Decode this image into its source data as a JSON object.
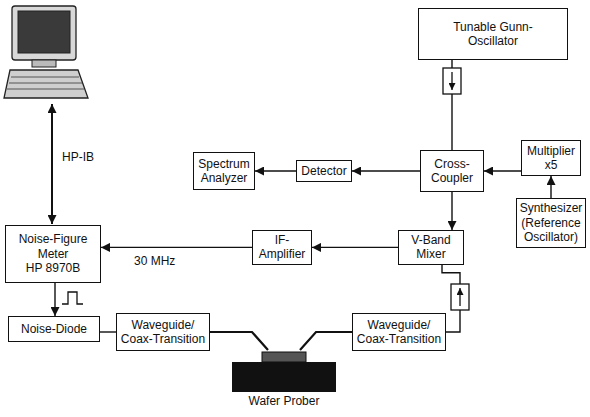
{
  "diagram": {
    "nodes": [
      {
        "text": [
          "Tunable Gunn-Oscillator"
        ]
      },
      {
        "text": [
          "Cross-Coupler"
        ]
      },
      {
        "text": [
          "Multiplier x5"
        ]
      },
      {
        "text": [
          "Synthesizer (Reference Oscillator)"
        ]
      },
      {
        "text": [
          "Spectrum Analyzer"
        ]
      },
      {
        "text": [
          "Detector"
        ]
      },
      {
        "text": [
          "V-Band Mixer"
        ]
      },
      {
        "text": [
          "IF-Amplifier"
        ]
      },
      {
        "text": [
          "Noise-Figure Meter",
          "HP 8970B"
        ]
      },
      {
        "text": [
          "Noise-Diode"
        ]
      },
      {
        "text": [
          "Waveguide/ Coax-Transition"
        ]
      },
      {
        "text": [
          "Waveguide/ Coax-Transition"
        ]
      },
      {
        "text": [
          "Wafer Prober"
        ]
      }
    ],
    "edges": [
      {
        "from": 0,
        "to": 1,
        "arrow": "none"
      },
      {
        "from": 2,
        "to": 1,
        "arrow": "to"
      },
      {
        "from": 3,
        "to": 2,
        "arrow": "to"
      },
      {
        "from": 1,
        "to": 5,
        "arrow": "to"
      },
      {
        "from": 5,
        "to": 4,
        "arrow": "to"
      },
      {
        "from": 1,
        "to": 6,
        "arrow": "to"
      },
      {
        "from": 6,
        "to": 7,
        "arrow": "to"
      },
      {
        "from": 7,
        "to": 8,
        "label": "30 MHz",
        "arrow": "to"
      },
      {
        "from": 8,
        "to": 9,
        "arrow": "to"
      },
      {
        "from": 9,
        "to": 10,
        "arrow": "none"
      },
      {
        "from": 10,
        "to": 12,
        "arrow": "none"
      },
      {
        "from": 11,
        "to": 12,
        "arrow": "none"
      },
      {
        "from": 11,
        "to": 6,
        "arrow": "none"
      }
    ],
    "labels": [
      "HP-IB"
    ]
  }
}
